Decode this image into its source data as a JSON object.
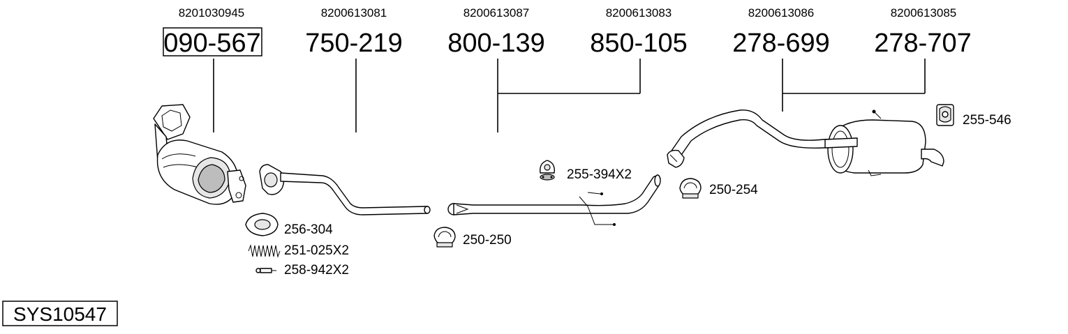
{
  "system_code": "SYS10547",
  "parts": [
    {
      "oe": "8201030945",
      "number": "090-567",
      "boxed": true
    },
    {
      "oe": "8200613081",
      "number": "750-219"
    },
    {
      "oe": "8200613087",
      "number": "800-139"
    },
    {
      "oe": "8200613083",
      "number": "850-105"
    },
    {
      "oe": "8200613086",
      "number": "278-699"
    },
    {
      "oe": "8200613085",
      "number": "278-707"
    }
  ],
  "accessories": [
    {
      "label": "256-304"
    },
    {
      "label": "251-025X2"
    },
    {
      "label": "258-942X2"
    },
    {
      "label": "250-250"
    },
    {
      "label": "255-394X2"
    },
    {
      "label": "250-254"
    },
    {
      "label": "255-546"
    }
  ]
}
